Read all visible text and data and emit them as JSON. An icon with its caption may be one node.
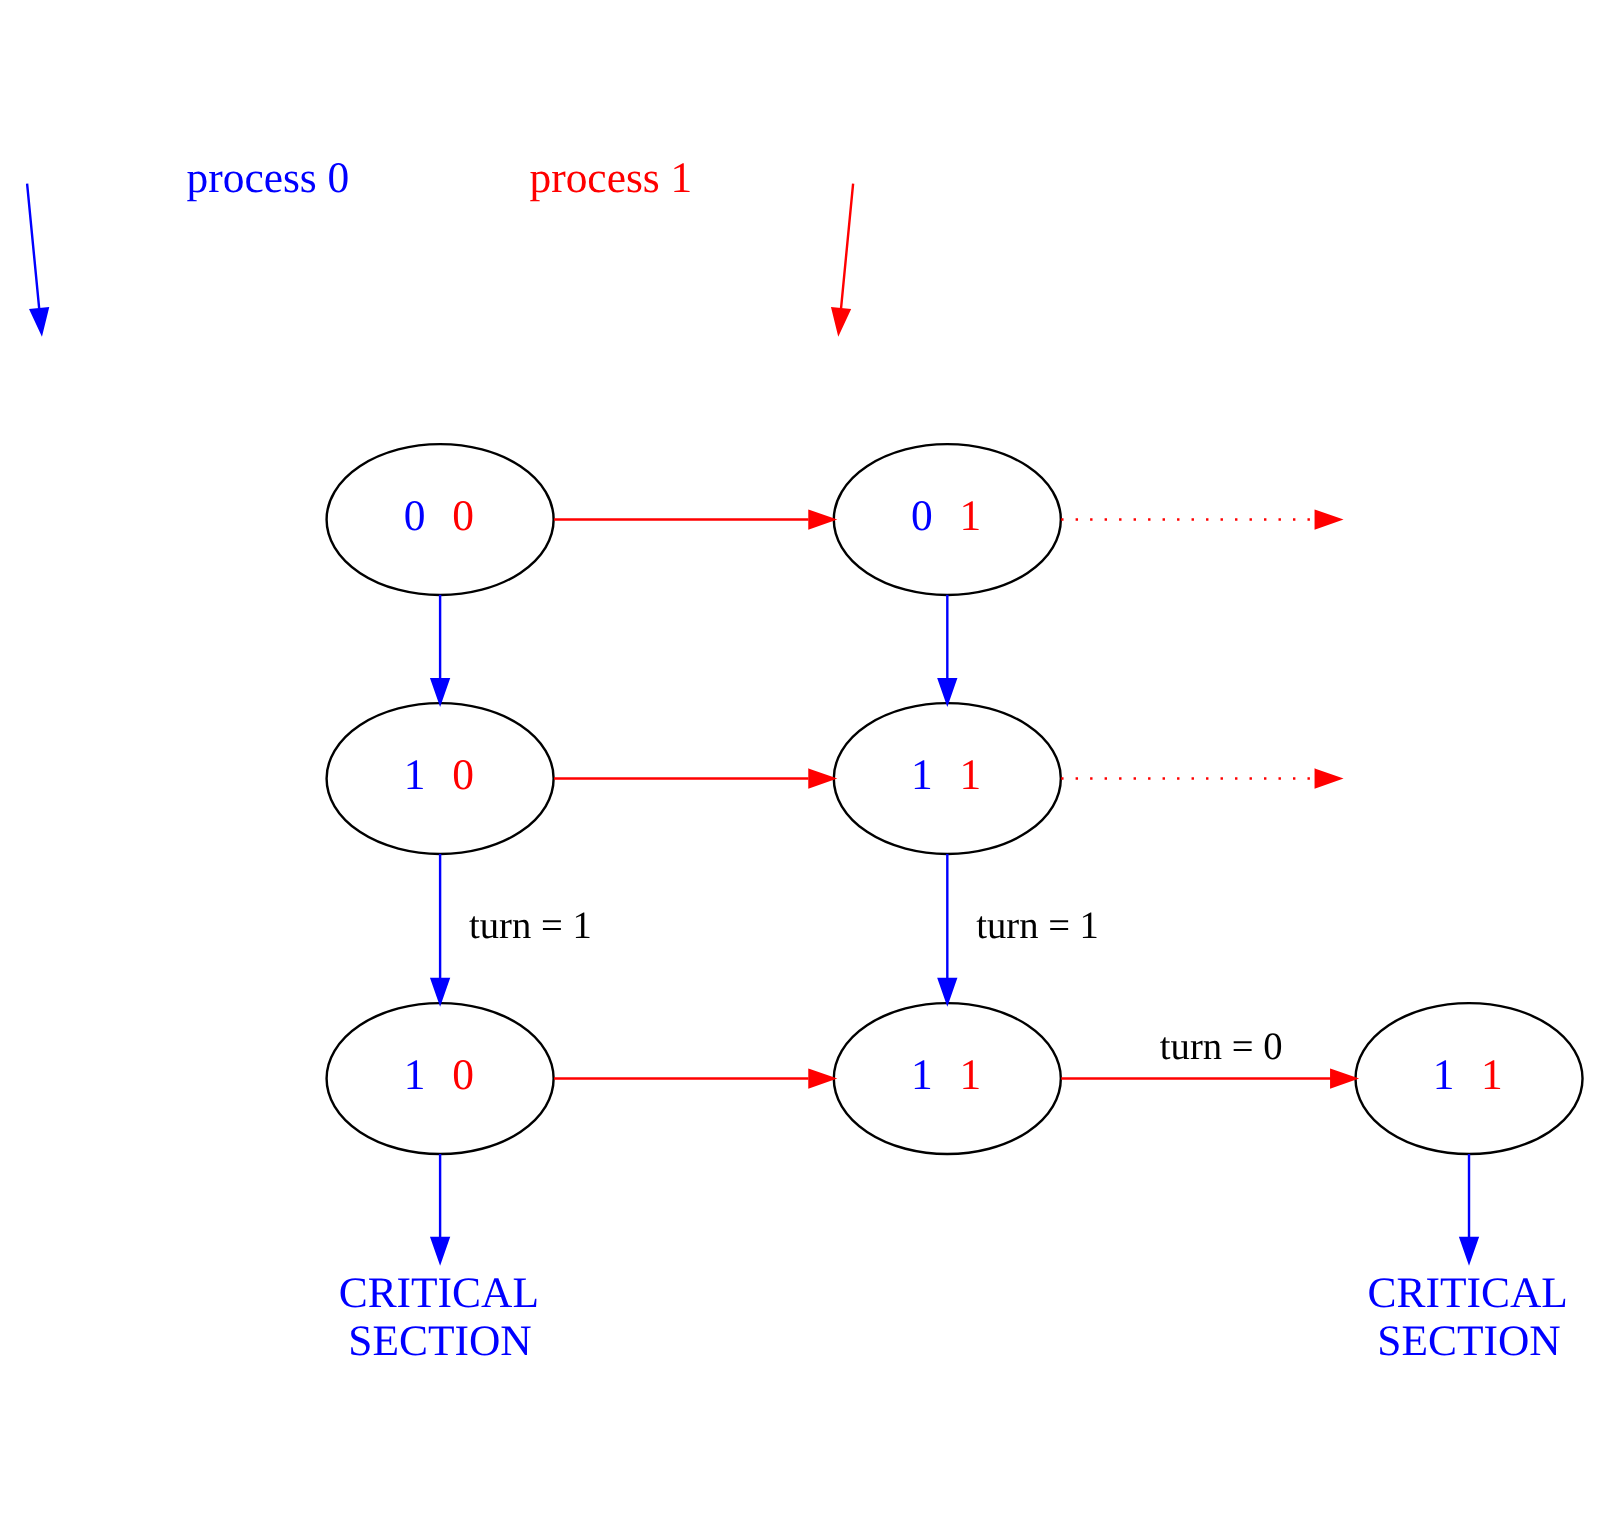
{
  "diagram": {
    "nodes": [
      {
        "text": [
          "0",
          "0"
        ]
      },
      {
        "text": [
          "0",
          "1"
        ]
      },
      {
        "text": [
          "1",
          "0"
        ]
      },
      {
        "text": [
          "1",
          "1"
        ]
      },
      {
        "text": [
          "1",
          "0"
        ]
      },
      {
        "text": [
          "1",
          "1"
        ]
      },
      {
        "text": [
          "1",
          "1"
        ]
      },
      {
        "text": [
          "CRITICAL SECTION"
        ]
      },
      {
        "text": [
          "CRITICAL SECTION"
        ]
      }
    ],
    "edges": [
      {
        "from": 0,
        "to": 1,
        "arrow": "to",
        "color": "#ff0000"
      },
      {
        "from": 1,
        "to": null,
        "arrow": "to",
        "style": "dashed",
        "color": "#ff0000"
      },
      {
        "from": 0,
        "to": 2,
        "arrow": "to",
        "color": "#0000ff"
      },
      {
        "from": 1,
        "to": 3,
        "arrow": "to",
        "color": "#0000ff"
      },
      {
        "from": 2,
        "to": 3,
        "arrow": "to",
        "color": "#ff0000"
      },
      {
        "from": 3,
        "to": null,
        "arrow": "to",
        "style": "dashed",
        "color": "#ff0000"
      },
      {
        "from": 2,
        "to": 4,
        "arrow": "to",
        "label": "turn = 1",
        "color": "#0000ff"
      },
      {
        "from": 3,
        "to": 5,
        "arrow": "to",
        "label": "turn = 1",
        "color": "#0000ff"
      },
      {
        "from": 4,
        "to": 5,
        "arrow": "to",
        "color": "#ff0000"
      },
      {
        "from": 5,
        "to": 6,
        "arrow": "to",
        "label": "turn = 0",
        "color": "#ff0000"
      },
      {
        "from": 4,
        "to": 7,
        "arrow": "to",
        "color": "#0000ff"
      },
      {
        "from": 6,
        "to": 8,
        "arrow": "to",
        "color": "#0000ff"
      }
    ],
    "legend": [
      {
        "text": "process 0"
      },
      {
        "text": "process 1"
      }
    ]
  }
}
